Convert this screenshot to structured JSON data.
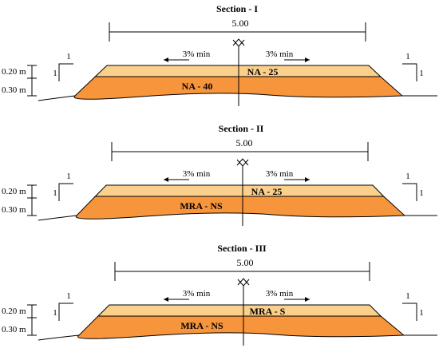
{
  "sections": [
    {
      "title": "Section - I",
      "width_label": "5.00",
      "slope_left": "3% min",
      "slope_right": "3% min",
      "top_layer": "NA - 25",
      "bottom_layer": "NA - 40",
      "top_thickness": "0.20 m",
      "bottom_thickness": "0.30 m",
      "side_slope_h": "1",
      "side_slope_v": "1"
    },
    {
      "title": "Section - II",
      "width_label": "5.00",
      "slope_left": "3% min",
      "slope_right": "3% min",
      "top_layer": "NA - 25",
      "bottom_layer": "MRA - NS",
      "top_thickness": "0.20 m",
      "bottom_thickness": "0.30 m",
      "side_slope_h": "1",
      "side_slope_v": "1"
    },
    {
      "title": "Section - III",
      "width_label": "5.00",
      "slope_left": "3% min",
      "slope_right": "3% min",
      "top_layer": "MRA - S",
      "bottom_layer": "MRA - NS",
      "top_thickness": "0.20 m",
      "bottom_thickness": "0.30 m",
      "side_slope_h": "1",
      "side_slope_v": "1"
    }
  ],
  "colors": {
    "top_layer": "#fad08c",
    "bottom_layer": "#f7953d",
    "outline": "#000000"
  }
}
